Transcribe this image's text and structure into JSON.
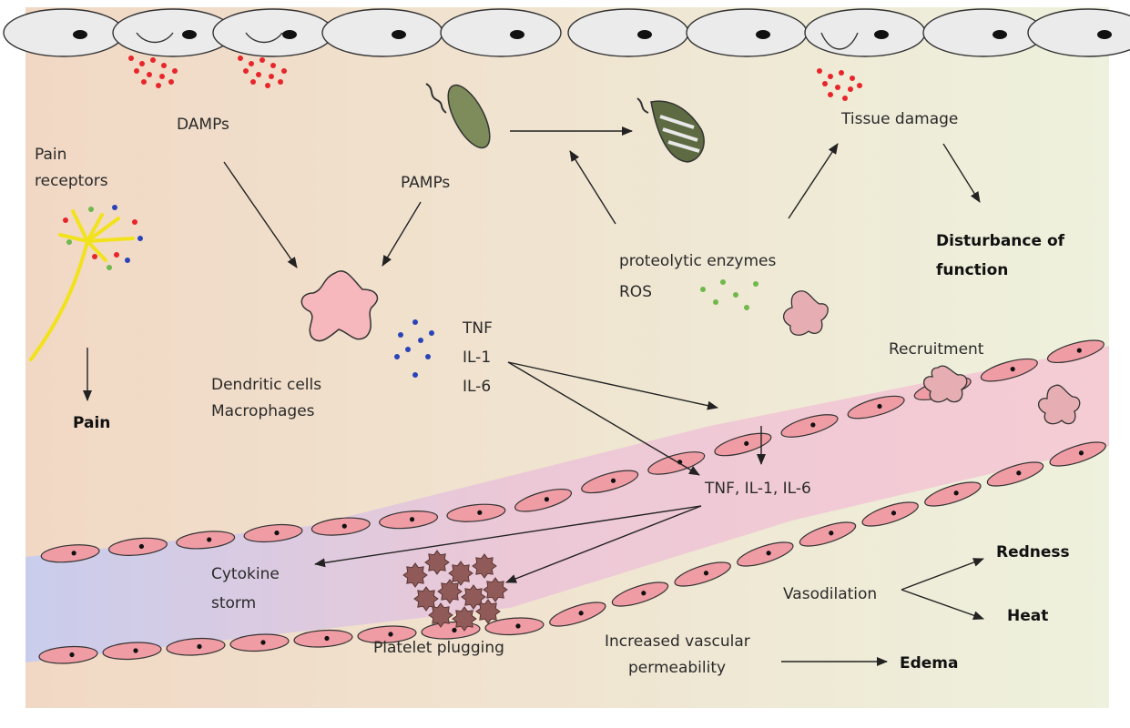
{
  "labels": {
    "pain_receptors_line1": "Pain",
    "pain_receptors_line2": "receptors",
    "pain": "Pain",
    "damps": "DAMPs",
    "pamps": "PAMPs",
    "dendritic_cells": "Dendritic cells",
    "macrophages": "Macrophages",
    "tnf": "TNF",
    "il1": "IL-1",
    "il6": "IL-6",
    "proteolytic_enzymes": "proteolytic enzymes",
    "ros": "ROS",
    "tissue_damage": "Tissue damage",
    "disturbance_line1": "Disturbance of",
    "disturbance_line2": "function",
    "recruitment": "Recruitment",
    "tnf_il1_il6": "TNF, IL-1, IL-6",
    "cytokine_line1": "Cytokine",
    "cytokine_line2": "storm",
    "platelet_plugging": "Platelet plugging",
    "increased_line1": "Increased vascular",
    "increased_line2": "permeability",
    "edema": "Edema",
    "vasodilation": "Vasodilation",
    "redness": "Redness",
    "heat": "Heat"
  },
  "colors": {
    "tissue_left": "#f1d8c4",
    "tissue_right": "#eef1dd",
    "epithelium": "#ecebec",
    "vessel_left": "#c9cdec",
    "vessel_right": "#f5ccd4",
    "endothelial_cell": "#ef9ca4",
    "dendritic_cell": "#f6b8bc",
    "platelet": "#8f5a58",
    "bacterium": "#7d8c5a",
    "pain_receptor": "#f2e21c",
    "damp_dot": "#e8252a",
    "cytokine_dot": "#2a44b8",
    "ros_dot": "#6fb84c"
  }
}
